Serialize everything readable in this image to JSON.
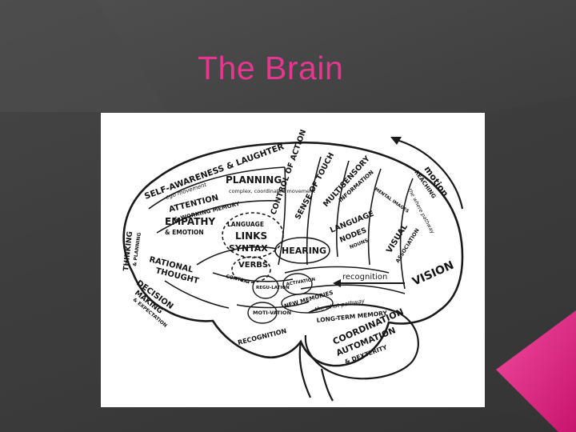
{
  "slide": {
    "title": "The Brain",
    "accent_color": "#e6368f",
    "background_color": "#444444"
  },
  "diagram": {
    "labels": {
      "self_awareness": "SELF-AWARENESS & LAUGHTER",
      "ego_movement": "ego movement",
      "planning": "PLANNING",
      "complex_movement": "complex, coordinated movement",
      "control_action": "CONTROL of ACTION",
      "sense_touch": "SENSE of TOUCH",
      "multisensory": "MULTISENSORY",
      "information": "INFORMATION",
      "motion": "motion",
      "reaching": "REACHING",
      "attention": "ATTENTION",
      "working_memory": "& WORKING MEMORY",
      "mental_images": "MENTAL IMAGES",
      "where_pathway": "the where pathway",
      "thinking": "THINKING",
      "planning_small": "& PLANNING",
      "empathy": "EMPATHY",
      "emotion": "& EMOTION",
      "language_links": "LANGUAGE",
      "links": "LINKS",
      "syntax": "SYNTAX",
      "language_nodes": "LANGUAGE",
      "nodes": "NODES",
      "nouns": "NOUNS",
      "visual": "VISUAL",
      "association": "ASSOCIATION",
      "rational": "RATIONAL",
      "thought": "THOUGHT",
      "verbs": "VERBS",
      "context": "CONTEXT",
      "hearing": "HEARING",
      "regulation": "REGU-LATION",
      "activation": "ACTIVATION",
      "recognition_arrow": "recognition",
      "vision": "VISION",
      "decision": "DECISION",
      "making": "MAKING",
      "expectation": "& EXPECTATION",
      "motivation": "MOTI-VATION",
      "new_memories": "NEW MEMORIES",
      "what_pathway": "the what pathway",
      "long_term_memory": "LONG-TERM MEMORY",
      "recognition": "RECOGNITION",
      "coordination": "COORDINATION",
      "automation": "AUTOMATION",
      "dexterity": "& DEXTERITY"
    }
  }
}
